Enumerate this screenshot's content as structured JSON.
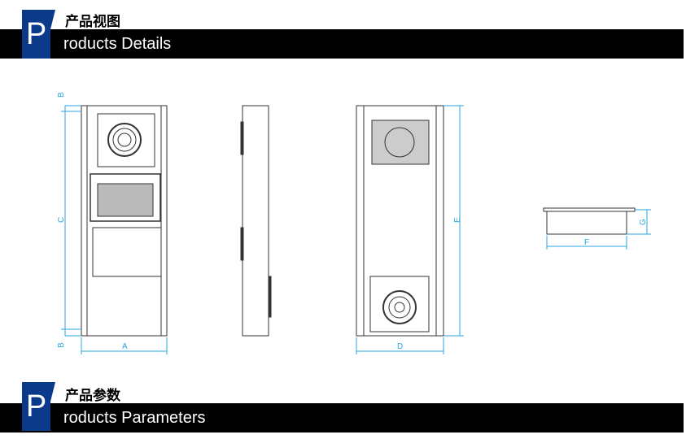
{
  "sections": [
    {
      "letter": "P",
      "title_zh": "产品视图",
      "title_en": "roducts Details"
    },
    {
      "letter": "P",
      "title_zh": "产品参数",
      "title_en": "roducts Parameters"
    }
  ],
  "dimensions": {
    "a": "A",
    "b": "B",
    "c": "C",
    "d": "D",
    "e": "E",
    "f": "F",
    "g": "G"
  },
  "colors": {
    "accent": "#0b3a8a",
    "dimension": "#2aa7df",
    "bar": "#000000"
  }
}
